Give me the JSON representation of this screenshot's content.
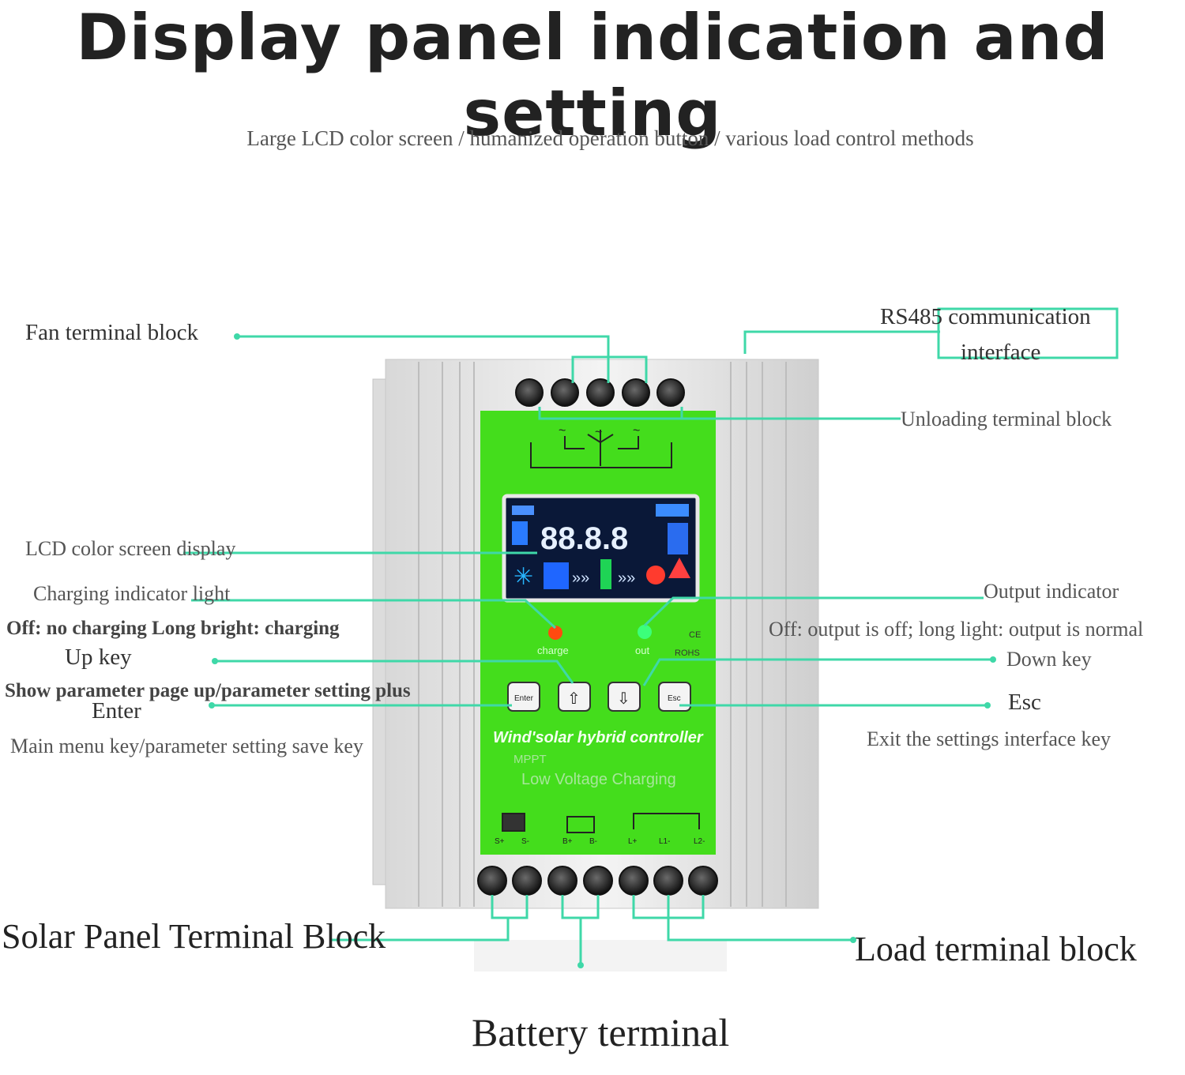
{
  "title": "Display panel indication and setting",
  "subtitle": "Large LCD color screen / humanized operation button / various load control methods",
  "labels": {
    "fan": "Fan terminal block",
    "rs485": "RS485 communication",
    "rs485_line2": "interface",
    "unloading": "Unloading terminal block",
    "lcd": "LCD color screen display",
    "charging": "Charging indicator light",
    "charging_desc": "Off: no charging Long bright: charging",
    "output": "Output indicator",
    "output_desc": "Off: output is off; long light: output is normal",
    "up": "Up key",
    "up_desc": "Show parameter page up/parameter setting plus",
    "down": "Down key",
    "enter": "Enter",
    "enter_desc": "Main menu key/parameter setting save key",
    "esc": "Esc",
    "esc_desc": "Exit the settings interface key",
    "solar": "Solar Panel Terminal Block",
    "load": "Load terminal block",
    "battery": "Battery terminal"
  },
  "device": {
    "lcd_digits": "88.8.8",
    "led_charge": "charge",
    "led_out": "out",
    "cert_ce": "CE",
    "cert_rohs": "ROHS",
    "btn_enter": "Enter",
    "btn_esc": "Esc",
    "name": "Wind'solar hybrid controller",
    "mppt": "MPPT",
    "low_voltage": "Low Voltage Charging",
    "term_labels": [
      "S+",
      "S-",
      "B+",
      "B-",
      "L+",
      "L1-",
      "L2-"
    ]
  },
  "colors": {
    "leader": "#3fd8a8",
    "panel_green": "#44dd1c",
    "housing": "#e4e4e4",
    "lcd_bg": "#0a1838",
    "led_charge": "#ff4a10",
    "led_out": "#3cff7a"
  }
}
